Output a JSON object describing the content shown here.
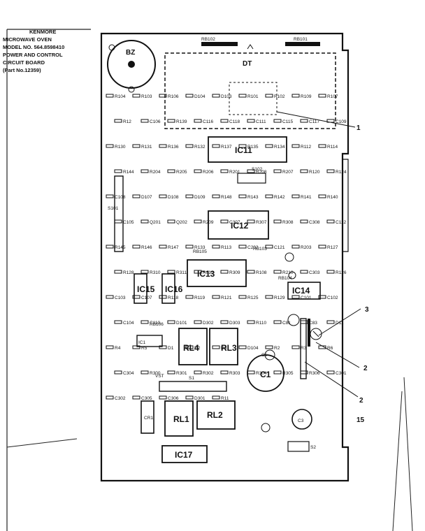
{
  "header": {
    "brand": "KENMORE",
    "product": "MICROWAVE OVEN",
    "model": "MODEL NO. 564.8598410",
    "section_line1": "POWER AND CONTROL",
    "section_line2": "CIRCUIT BOARD",
    "part": "(Part No.12359)"
  },
  "board": {
    "display": "DT",
    "buzzer": "BZ",
    "ics": [
      "IC11",
      "IC12",
      "IC13",
      "IC14",
      "IC15",
      "IC16",
      "IC17",
      "IC1"
    ],
    "relays": [
      "RL1",
      "RL2",
      "RL3",
      "RL4"
    ],
    "capacitors": [
      "C1",
      "C3",
      "C5"
    ],
    "connectors": [
      "S1",
      "S2",
      "S102",
      "S101"
    ],
    "cr": "CR1",
    "vst": "VST",
    "cable_tags": [
      "RB102",
      "RB101",
      "RB103",
      "RB104",
      "RB105",
      "RB106"
    ],
    "callouts": [
      "1",
      "2",
      "2",
      "3",
      "15"
    ],
    "components": [
      "R104",
      "R103",
      "R106",
      "D104",
      "D103",
      "R101",
      "R102",
      "R109",
      "R107",
      "R12",
      "C106",
      "R139",
      "C116",
      "C118",
      "C111",
      "C115",
      "C117",
      "C109",
      "R130",
      "R131",
      "R136",
      "R132",
      "R137",
      "R135",
      "R134",
      "R112",
      "R114",
      "R144",
      "R204",
      "R205",
      "R206",
      "R201",
      "R208",
      "R207",
      "R120",
      "R124",
      "C108",
      "D107",
      "D108",
      "D109",
      "R148",
      "R143",
      "R142",
      "R141",
      "R140",
      "C105",
      "Q201",
      "Q202",
      "R209",
      "C307",
      "R307",
      "R308",
      "C308",
      "C112",
      "R145",
      "R146",
      "R147",
      "R133",
      "R113",
      "C202",
      "C121",
      "R203",
      "R127",
      "R128",
      "R310",
      "R311",
      "R312",
      "R309",
      "R108",
      "R210",
      "C303",
      "R126",
      "C103",
      "C107",
      "R118",
      "R119",
      "R121",
      "R125",
      "R129",
      "C101",
      "C102",
      "C104",
      "C110",
      "D101",
      "D302",
      "D303",
      "R110",
      "C81",
      "C83",
      "D11",
      "R4",
      "R5",
      "D1",
      "D2",
      "D3",
      "D104",
      "R2",
      "R3",
      "R6",
      "C304",
      "R300",
      "R301",
      "R302",
      "R303",
      "R304",
      "R305",
      "R306",
      "C301",
      "C302",
      "C305",
      "C306",
      "D301",
      "R11"
    ]
  }
}
